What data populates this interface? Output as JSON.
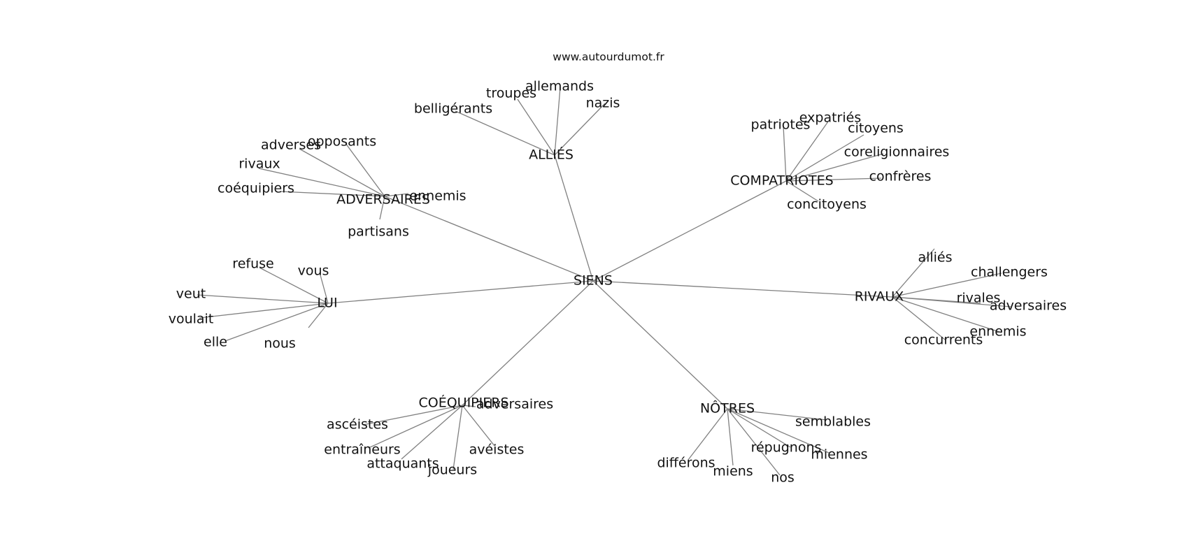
{
  "site": "www.autourdumot.fr",
  "center": "SIENS",
  "groups": [
    {
      "hub": "ALLIÉS",
      "words": [
        "belligérants",
        "troupes",
        "allemands",
        "nazis"
      ]
    },
    {
      "hub": "COMPATRIOTES",
      "words": [
        "patriotes",
        "expatriés",
        "citoyens",
        "coreligionnaires",
        "confrères",
        "concitoyens"
      ]
    },
    {
      "hub": "ADVERSAIRES",
      "words": [
        "adverses",
        "opposants",
        "rivaux",
        "coéquipiers",
        "ennemis",
        "partisans"
      ]
    },
    {
      "hub": "LUI",
      "words": [
        "refuse",
        "vous",
        "veut",
        "voulait",
        "elle",
        "nous"
      ]
    },
    {
      "hub": "RIVAUX",
      "words": [
        "alliés",
        "challengers",
        "rivales",
        "adversaires",
        "ennemis",
        "concurrents"
      ]
    },
    {
      "hub": "COÉQUIPIERS",
      "words": [
        "adversaires",
        "ascéistes",
        "entraîneurs",
        "attaquants",
        "joueurs",
        "avéistes"
      ]
    },
    {
      "hub": "NÔTRES",
      "words": [
        "semblables",
        "répugnons",
        "miennes",
        "différons",
        "miens",
        "nos"
      ]
    }
  ]
}
